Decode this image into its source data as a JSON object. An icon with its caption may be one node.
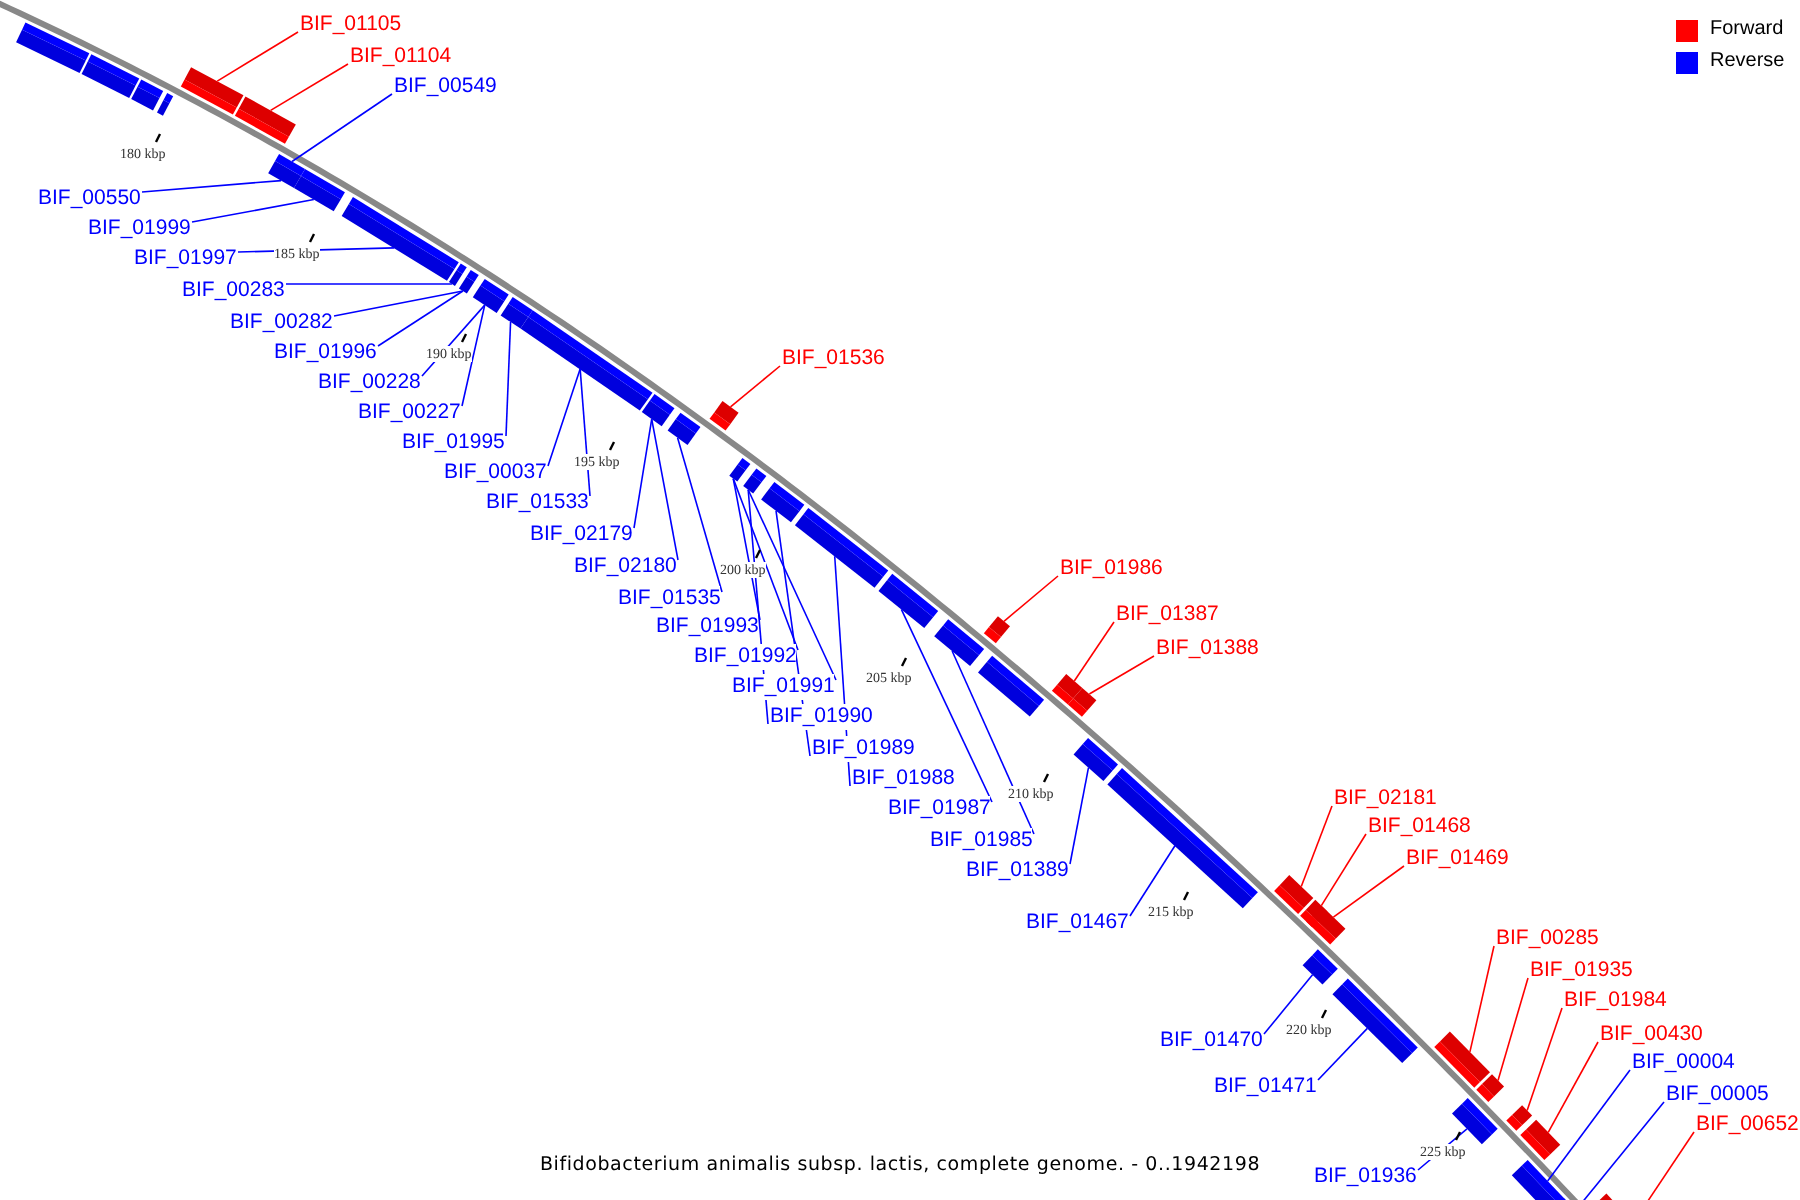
{
  "diagram": {
    "caption": "Bifidobacterium animalis subsp. lactis, complete genome. - 0..1942198",
    "nodes": [
      {
        "text": [
          "BIF_01105"
        ]
      },
      {
        "text": [
          "BIF_01104"
        ]
      },
      {
        "text": [
          "BIF_00549"
        ]
      },
      {
        "text": [
          "BIF_00550"
        ]
      },
      {
        "text": [
          "BIF_01999"
        ]
      },
      {
        "text": [
          "BIF_01997"
        ]
      },
      {
        "text": [
          "BIF_00283"
        ]
      },
      {
        "text": [
          "BIF_00282"
        ]
      },
      {
        "text": [
          "BIF_01996"
        ]
      },
      {
        "text": [
          "BIF_00228"
        ]
      },
      {
        "text": [
          "BIF_00227"
        ]
      },
      {
        "text": [
          "BIF_01995"
        ]
      },
      {
        "text": [
          "BIF_00037"
        ]
      },
      {
        "text": [
          "BIF_01533"
        ]
      },
      {
        "text": [
          "BIF_02179"
        ]
      },
      {
        "text": [
          "BIF_02180"
        ]
      },
      {
        "text": [
          "BIF_01535"
        ]
      },
      {
        "text": [
          "BIF_01993"
        ]
      },
      {
        "text": [
          "BIF_01992"
        ]
      },
      {
        "text": [
          "BIF_01991"
        ]
      },
      {
        "text": [
          "BIF_01990"
        ]
      },
      {
        "text": [
          "BIF_01989"
        ]
      },
      {
        "text": [
          "BIF_01988"
        ]
      },
      {
        "text": [
          "BIF_01987"
        ]
      },
      {
        "text": [
          "BIF_01985"
        ]
      },
      {
        "text": [
          "BIF_01389"
        ]
      },
      {
        "text": [
          "BIF_01467"
        ]
      },
      {
        "text": [
          "BIF_01536"
        ]
      },
      {
        "text": [
          "BIF_01986"
        ]
      },
      {
        "text": [
          "BIF_01387"
        ]
      },
      {
        "text": [
          "BIF_01388"
        ]
      },
      {
        "text": [
          "BIF_02181"
        ]
      },
      {
        "text": [
          "BIF_01468"
        ]
      },
      {
        "text": [
          "BIF_01469"
        ]
      },
      {
        "text": [
          "BIF_01470"
        ]
      },
      {
        "text": [
          "BIF_01471"
        ]
      },
      {
        "text": [
          "BIF_00285"
        ]
      },
      {
        "text": [
          "BIF_01935"
        ]
      },
      {
        "text": [
          "BIF_01984"
        ]
      },
      {
        "text": [
          "BIF_00430"
        ]
      },
      {
        "text": [
          "BIF_00004"
        ]
      },
      {
        "text": [
          "BIF_00005"
        ]
      },
      {
        "text": [
          "BIF_00652"
        ]
      },
      {
        "text": [
          "BIF_01936"
        ]
      },
      {
        "text": [],
        "shape": "bar"
      },
      {
        "text": [],
        "shape": "bar"
      },
      {
        "text": [],
        "shape": "bar"
      },
      {
        "text": [],
        "shape": "bar"
      },
      {
        "text": [],
        "shape": "bar"
      },
      {
        "text": [],
        "shape": "bar"
      },
      {
        "text": [],
        "shape": "bar"
      },
      {
        "text": [],
        "shape": "bar"
      },
      {
        "text": [],
        "shape": "bar"
      },
      {
        "text": [],
        "shape": "bar"
      },
      {
        "text": [],
        "shape": "bar"
      },
      {
        "text": [],
        "shape": "bar"
      },
      {
        "text": [],
        "shape": "bar"
      },
      {
        "text": [],
        "shape": "bar"
      },
      {
        "text": [],
        "shape": "bar"
      },
      {
        "text": [],
        "shape": "bar"
      },
      {
        "text": [],
        "shape": "bar"
      },
      {
        "text": [],
        "shape": "bar"
      },
      {
        "text": [],
        "shape": "bar"
      },
      {
        "text": [],
        "shape": "bar"
      },
      {
        "text": [],
        "shape": "bar"
      },
      {
        "text": [],
        "shape": "bar"
      },
      {
        "text": [],
        "shape": "bar"
      },
      {
        "text": [],
        "shape": "bar"
      },
      {
        "text": [],
        "shape": "bar"
      },
      {
        "text": [],
        "shape": "bar"
      },
      {
        "text": [],
        "shape": "bar"
      },
      {
        "text": [],
        "shape": "bar"
      },
      {
        "text": [],
        "shape": "bar"
      },
      {
        "text": [],
        "shape": "bar"
      },
      {
        "text": [],
        "shape": "bar"
      },
      {
        "text": [],
        "shape": "bar"
      },
      {
        "text": [],
        "shape": "bar"
      },
      {
        "text": [],
        "shape": "bar"
      },
      {
        "text": [],
        "shape": "bar"
      },
      {
        "text": [],
        "shape": "bar"
      },
      {
        "text": [],
        "shape": "bar"
      },
      {
        "text": [],
        "shape": "bar"
      },
      {
        "text": [],
        "shape": "bar"
      },
      {
        "text": [],
        "shape": "bar"
      },
      {
        "text": [],
        "shape": "bar"
      },
      {
        "text": [],
        "shape": "bar"
      }
    ],
    "edges": [
      {
        "from": 0,
        "to": 48,
        "arrow": "none",
        "color": "#ff0000"
      },
      {
        "from": 1,
        "to": 49,
        "arrow": "none",
        "color": "#ff0000"
      },
      {
        "from": 2,
        "to": 50,
        "arrow": "none"
      },
      {
        "from": 3,
        "to": 50,
        "arrow": "none"
      },
      {
        "from": 4,
        "to": 51,
        "arrow": "none"
      },
      {
        "from": 5,
        "to": 52,
        "arrow": "none"
      },
      {
        "from": 6,
        "to": 53,
        "arrow": "none"
      },
      {
        "from": 7,
        "to": 54,
        "arrow": "none"
      },
      {
        "from": 8,
        "to": 54,
        "arrow": "none"
      },
      {
        "from": 9,
        "to": 55,
        "arrow": "none"
      },
      {
        "from": 10,
        "to": 55,
        "arrow": "none"
      },
      {
        "from": 11,
        "to": 56,
        "arrow": "none"
      },
      {
        "from": 12,
        "to": 57,
        "arrow": "none"
      },
      {
        "from": 13,
        "to": 57,
        "arrow": "none"
      },
      {
        "from": 14,
        "to": 58,
        "arrow": "none"
      },
      {
        "from": 15,
        "to": 58,
        "arrow": "none"
      },
      {
        "from": 16,
        "to": 59,
        "arrow": "none"
      },
      {
        "from": 17,
        "to": 61,
        "arrow": "none"
      },
      {
        "from": 18,
        "to": 61,
        "arrow": "none"
      },
      {
        "from": 19,
        "to": 62,
        "arrow": "none"
      },
      {
        "from": 20,
        "to": 62,
        "arrow": "none"
      },
      {
        "from": 21,
        "to": 63,
        "arrow": "none"
      },
      {
        "from": 22,
        "to": 64,
        "arrow": "none"
      },
      {
        "from": 23,
        "to": 65,
        "arrow": "none"
      },
      {
        "from": 24,
        "to": 66,
        "arrow": "none"
      },
      {
        "from": 25,
        "to": 71,
        "arrow": "none"
      },
      {
        "from": 26,
        "to": 72,
        "arrow": "none"
      },
      {
        "from": 27,
        "to": 60,
        "arrow": "none",
        "color": "#ff0000"
      },
      {
        "from": 28,
        "to": 67,
        "arrow": "none",
        "color": "#ff0000"
      },
      {
        "from": 29,
        "to": 69,
        "arrow": "none",
        "color": "#ff0000"
      },
      {
        "from": 30,
        "to": 70,
        "arrow": "none",
        "color": "#ff0000"
      },
      {
        "from": 31,
        "to": 73,
        "arrow": "none",
        "color": "#ff0000"
      },
      {
        "from": 32,
        "to": 74,
        "arrow": "none",
        "color": "#ff0000"
      },
      {
        "from": 33,
        "to": 75,
        "arrow": "none",
        "color": "#ff0000"
      },
      {
        "from": 34,
        "to": 76,
        "arrow": "none"
      },
      {
        "from": 35,
        "to": 77,
        "arrow": "none"
      },
      {
        "from": 36,
        "to": 78,
        "arrow": "none",
        "color": "#ff0000"
      },
      {
        "from": 37,
        "to": 79,
        "arrow": "none",
        "color": "#ff0000"
      },
      {
        "from": 38,
        "to": 81,
        "arrow": "none",
        "color": "#ff0000"
      },
      {
        "from": 39,
        "to": 82,
        "arrow": "none",
        "color": "#ff0000"
      },
      {
        "from": 40,
        "to": 83,
        "arrow": "none"
      },
      {
        "from": 41,
        "to": 84,
        "arrow": "none"
      },
      {
        "from": 42,
        "to": 85,
        "arrow": "none",
        "color": "#ff0000"
      },
      {
        "from": 43,
        "to": 80,
        "arrow": "none"
      }
    ],
    "labels": [
      "180 kbp",
      "185 kbp",
      "190 kbp",
      "195 kbp",
      "200 kbp",
      "205 kbp",
      "210 kbp",
      "215 kbp",
      "220 kbp",
      "225 kbp"
    ],
    "legend": [
      {
        "text": "Forward",
        "color": "#ff0000"
      },
      {
        "text": "Reverse",
        "color": "#0000ff"
      }
    ]
  }
}
